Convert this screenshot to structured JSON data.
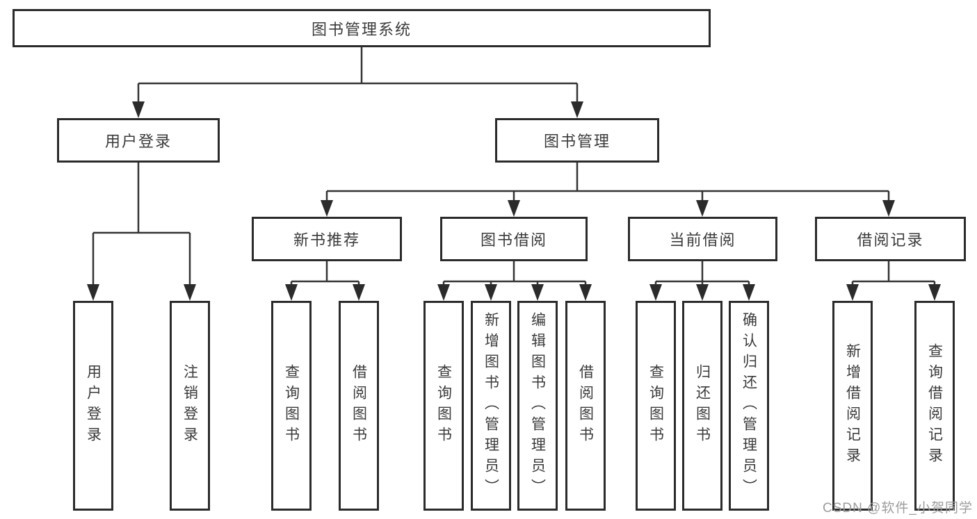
{
  "colors": {
    "line": "#333333",
    "box_border": "#2b2b2b",
    "text": "#3a3a3a",
    "watermark": "#9c9c9c",
    "background": "#ffffff"
  },
  "root": {
    "label": "图书管理系统"
  },
  "level2": {
    "user_login": "用户登录",
    "book_mgmt": "图书管理"
  },
  "level3": {
    "new_rec": "新书推荐",
    "borrow": "图书借阅",
    "current": "当前借阅",
    "records": "借阅记录"
  },
  "leaves": {
    "user_login": "用户登录",
    "logout": "注销登录",
    "rec_query_books": "查询图书",
    "rec_borrow_books": "借阅图书",
    "bor_query_books": "查询图书",
    "bor_add_books": "新增图书（管理员）",
    "bor_edit_books": "编辑图书（管理员）",
    "bor_borrow_books": "借阅图书",
    "cur_query_books": "查询图书",
    "cur_return_books": "归还图书",
    "cur_confirm_return": "确认归还（管理员）",
    "rec_add_record": "新增借阅记录",
    "rec_query_record": "查询借阅记录"
  },
  "watermark": "CSDN @软件_小贺同学"
}
